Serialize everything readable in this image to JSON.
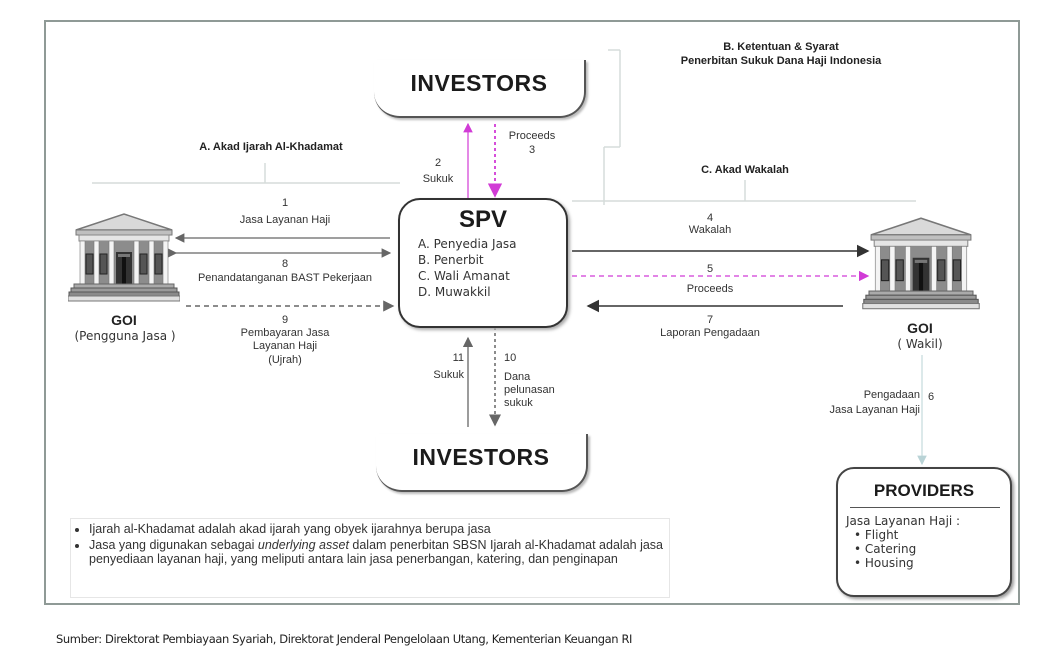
{
  "diagram": {
    "nodes": {
      "investors_top": {
        "label": "INVESTORS"
      },
      "investors_bottom": {
        "label": "INVESTORS"
      },
      "spv": {
        "title": "SPV",
        "roles": [
          "A. Penyedia Jasa",
          "B. Penerbit",
          "C. Wali Amanat",
          "D. Muwakkil"
        ]
      },
      "goi_left": {
        "title": "GOI",
        "subtitle": "(Pengguna Jasa )"
      },
      "goi_right": {
        "title": "GOI",
        "subtitle": "( Wakil)"
      },
      "providers": {
        "title": "PROVIDERS",
        "subtitle": "Jasa Layanan Haji :",
        "items": [
          "• Flight",
          "• Catering",
          "• Housing"
        ]
      }
    },
    "section_headers": {
      "a": "A. Akad Ijarah Al-Khadamat",
      "b_line1": "B. Ketentuan & Syarat",
      "b_line2": "Penerbitan Sukuk Dana Haji Indonesia",
      "c": "C. Akad Wakalah"
    },
    "flows": [
      {
        "num": "1",
        "label": "Jasa Layanan Haji",
        "from": "SPV",
        "to": "GOI (Pengguna Jasa)",
        "style": "solid"
      },
      {
        "num": "2",
        "label": "Sukuk",
        "from": "SPV",
        "to": "INVESTORS",
        "style": "solid-magenta"
      },
      {
        "num": "3",
        "label": "Proceeds",
        "from": "INVESTORS",
        "to": "SPV",
        "style": "dashed-magenta"
      },
      {
        "num": "4",
        "label": "Wakalah",
        "from": "SPV",
        "to": "GOI (Wakil)",
        "style": "solid"
      },
      {
        "num": "5",
        "label": "Proceeds",
        "from": "SPV",
        "to": "GOI (Wakil)",
        "style": "dashed-magenta"
      },
      {
        "num": "6",
        "label_line1": "Pengadaan",
        "label_line2": "Jasa Layanan Haji",
        "from": "GOI (Wakil)",
        "to": "PROVIDERS",
        "style": "solid-light"
      },
      {
        "num": "7",
        "label": "Laporan Pengadaan",
        "from": "GOI (Wakil)",
        "to": "SPV",
        "style": "solid"
      },
      {
        "num": "8",
        "label": "Penandatanganan BAST Pekerjaan",
        "from": "GOI (Pengguna Jasa)",
        "to": "SPV",
        "style": "double"
      },
      {
        "num": "9",
        "label_line1": "Pembayaran Jasa",
        "label_line2": "Layanan Haji",
        "label_line3": "(Ujrah)",
        "from": "GOI (Pengguna Jasa)",
        "to": "SPV",
        "style": "dashed"
      },
      {
        "num": "10",
        "label_line1": "Dana",
        "label_line2": "pelunasan",
        "label_line3": "sukuk",
        "from": "SPV",
        "to": "INVESTORS",
        "style": "dashed"
      },
      {
        "num": "11",
        "label": "Sukuk",
        "from": "INVESTORS",
        "to": "SPV",
        "style": "solid"
      }
    ]
  },
  "notes": [
    "Ijarah al-Khadamat adalah akad ijarah yang obyek ijarahnya berupa jasa",
    "Jasa yang digunakan sebagai |underlying asset| dalam penerbitan SBSN Ijarah al-Khadamat adalah jasa penyediaan layanan haji, yang meliputi antara lain jasa penerbangan, katering, dan penginapan"
  ],
  "notes_parts": {
    "n2_pre": "Jasa yang digunakan sebagai ",
    "n2_em": "underlying asset",
    "n2_post": " dalam penerbitan SBSN Ijarah al-Khadamat adalah jasa penyediaan layanan haji, yang meliputi antara lain jasa penerbangan, katering, dan penginapan"
  },
  "source": "Sumber: Direktorat Pembiayaan Syariah, Direktorat Jenderal Pengelolaan Utang, Kementerian Keuangan RI",
  "colors": {
    "frame": "#8f9a96",
    "arrow_dark": "#333333",
    "proceeds_magenta": "#d13bd6",
    "connector_light": "#cfd8d6"
  }
}
